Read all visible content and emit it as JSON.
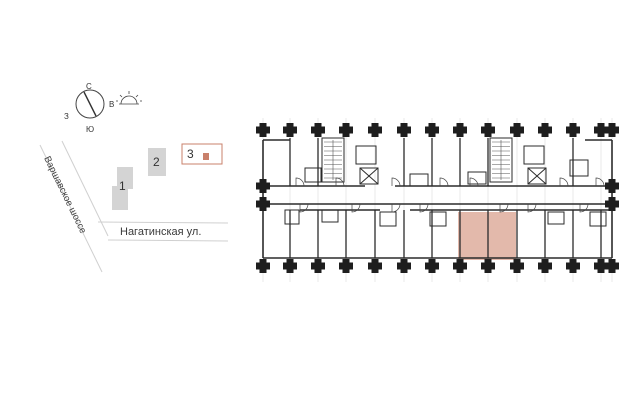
{
  "site_map": {
    "compass": {
      "north": "С",
      "east": "В",
      "south": "Ю",
      "west": "З"
    },
    "roads": [
      {
        "id": "varshavskoe",
        "label": "Варшавское шоссе"
      },
      {
        "id": "nagatinskaya",
        "label": "Нагатинская ул."
      }
    ],
    "buildings": [
      {
        "number": "1",
        "selected": false
      },
      {
        "number": "2",
        "selected": false
      },
      {
        "number": "3",
        "selected": true
      }
    ],
    "selected_color": "#c9806b"
  },
  "floor_plan": {
    "wall_color": "#2b2b2b",
    "highlight_color": "#e3b9ab",
    "grid_color": "#cfcfcf"
  }
}
